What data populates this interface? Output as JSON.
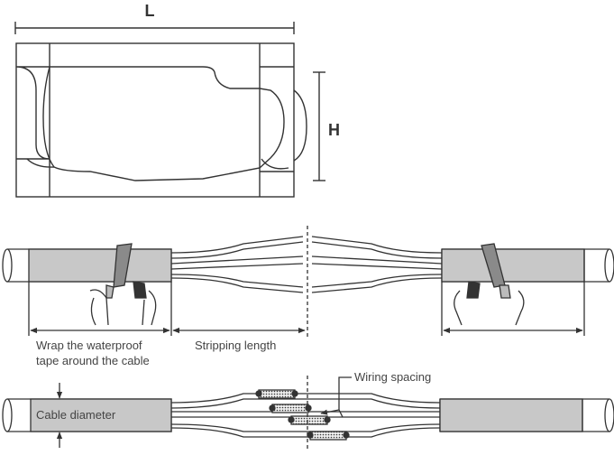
{
  "top_figure": {
    "length_label": "L",
    "height_label": "H"
  },
  "middle_figure": {
    "wrap_caption_line1": "Wrap the waterproof",
    "wrap_caption_line2": "tape around the cable",
    "stripping_caption": "Stripping length"
  },
  "bottom_figure": {
    "wiring_caption": "Wiring spacing",
    "diameter_caption": "Cable diameter"
  },
  "colors": {
    "line": "#333333",
    "sheath_fill": "#c8c8c8",
    "tape_fill": "#8a8a8a",
    "connector_fill": "#555555"
  }
}
